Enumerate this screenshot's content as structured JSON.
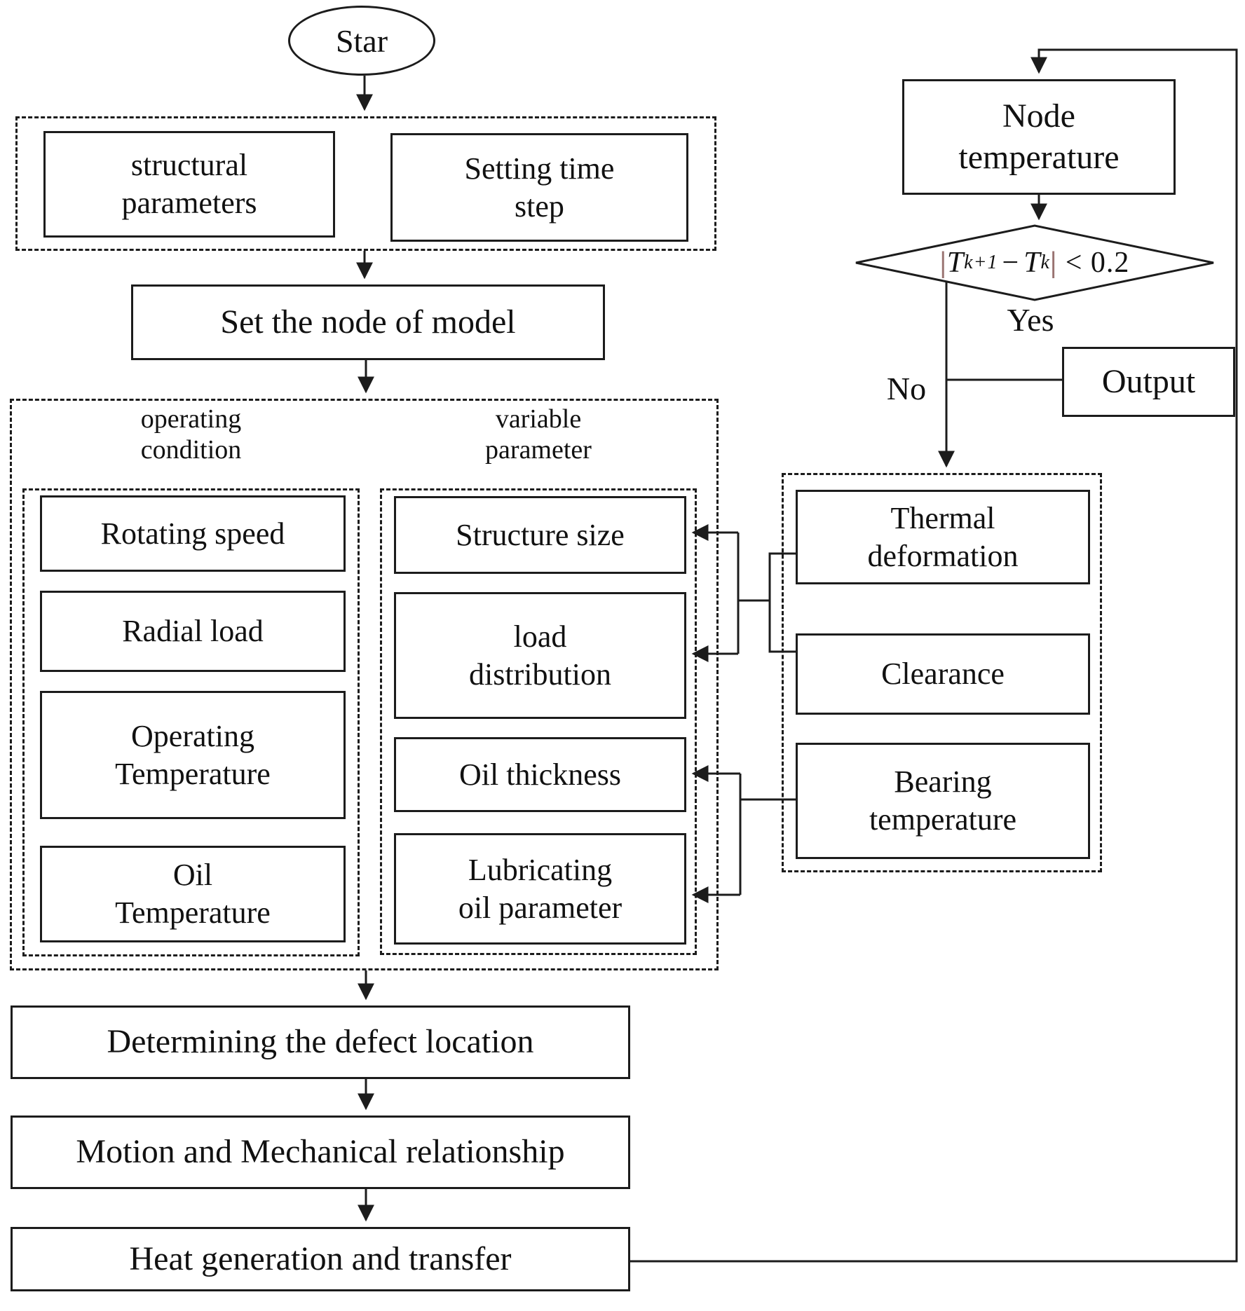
{
  "start": {
    "label": "Star"
  },
  "init_group": {
    "structural": "structural\nparameters",
    "time_step": "Setting time\nstep"
  },
  "set_node": {
    "label": "Set the node of model"
  },
  "condition_group": {
    "operating_label": "operating\ncondition",
    "variable_label": "variable\nparameter",
    "operating_items": [
      "Rotating speed",
      "Radial load",
      "Operating\nTemperature",
      "Oil\nTemperature"
    ],
    "variable_items": [
      "Structure size",
      "load\ndistribution",
      "Oil thickness",
      "Lubricating\noil parameter"
    ]
  },
  "bottom_steps": [
    "Determining the defect location",
    "Motion and Mechanical relationship",
    "Heat generation and transfer"
  ],
  "right_column": {
    "node_temperature": "Node\ntemperature",
    "decision": {
      "bar": "|",
      "t1": "T",
      "sub1": "k+1",
      "minus": "−",
      "t2": "T",
      "sub2": "k",
      "cmp": "< 0.2",
      "bar_color": "#9a7472"
    },
    "yes_label": "Yes",
    "no_label": "No",
    "output": "Output",
    "feedback_items": [
      "Thermal\ndeformation",
      "Clearance",
      "Bearing\ntemperature"
    ]
  },
  "colors": {
    "line": "#1c1c1c",
    "background": "#ffffff"
  }
}
